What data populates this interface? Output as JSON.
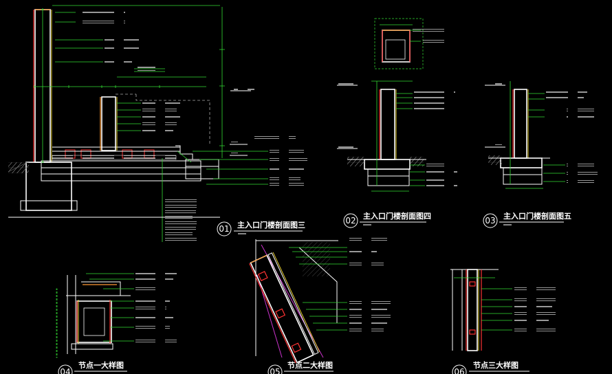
{
  "drawings": [
    {
      "number": "01",
      "title": "主入口门楼剖面图三"
    },
    {
      "number": "02",
      "title": "主入口门楼剖面图四"
    },
    {
      "number": "03",
      "title": "主入口门楼剖面图五"
    },
    {
      "number": "04",
      "title": "节点一大样图"
    },
    {
      "number": "05",
      "title": "节点二大样图"
    },
    {
      "number": "06",
      "title": "节点三大样图"
    }
  ],
  "colors": {
    "background": "#000000",
    "dimension": "#33dd33",
    "outline": "#ffffff",
    "accent_red": "#ff3333",
    "accent_yellow": "#e8d030"
  }
}
